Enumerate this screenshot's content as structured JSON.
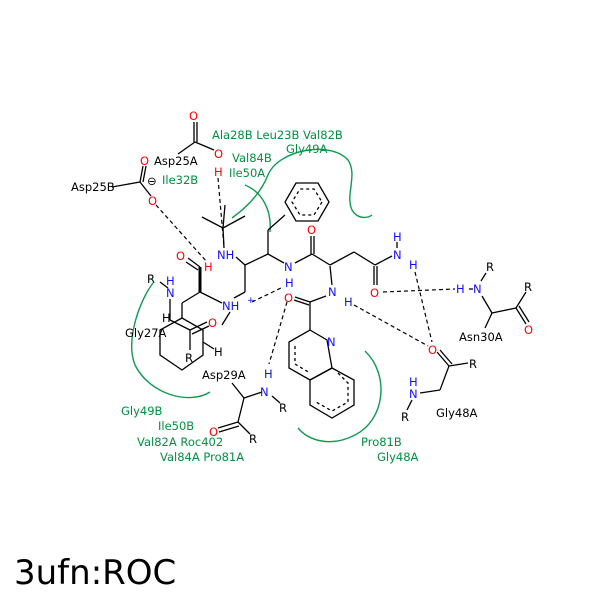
{
  "title": "3ufn:ROC",
  "atoms": {
    "O": "O",
    "H": "H",
    "N": "N",
    "NH": "NH",
    "NHplus": "NH",
    "plus": "+",
    "R": "R",
    "minus": "⊖"
  },
  "residues": {
    "asp25a": "Asp25A",
    "asp25b": "Asp25B",
    "gly27a": "Gly27A",
    "asp29a": "Asp29A",
    "asn30a": "Asn30A",
    "gly48a": "Gly48A"
  },
  "contacts": {
    "top1": "Ala28B Leu23B Val82B",
    "top2": "Gly49A",
    "top3": "Val84B",
    "top4": "Ile50A",
    "ile32b": "Ile32B",
    "gly49b": "Gly49B",
    "ile50b": "Ile50B",
    "val82a": "Val82A Roc402",
    "val84a": "Val84A  Pro81A",
    "pro81b": "Pro81B",
    "gly48a": "Gly48A"
  },
  "colors": {
    "hydrophobic": "#109950",
    "nitrogen": "#1010ff",
    "oxygen": "#ff0000"
  }
}
